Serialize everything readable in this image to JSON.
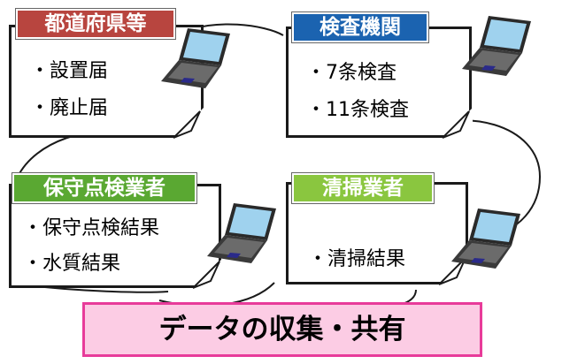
{
  "diagram": {
    "boxes": [
      {
        "tag": "都道府県等",
        "tag_color": "#b8453f",
        "items": [
          "・設置届",
          "・廃止届"
        ]
      },
      {
        "tag": "検査機関",
        "tag_color": "#1b63b0",
        "items": [
          "・7条検査",
          "・11条検査"
        ]
      },
      {
        "tag": "保守点検業者",
        "tag_color": "#5aa832",
        "items": [
          "・保守点検結果",
          "・水質結果"
        ]
      },
      {
        "tag": "清掃業者",
        "tag_color": "#8ac63f",
        "items": [
          "・清掃結果"
        ]
      }
    ],
    "footer": "データの収集・共有",
    "colors": {
      "footer_bg": "#fccce4",
      "footer_border": "#e83b9a",
      "outline": "#1a1a1a"
    },
    "icons": [
      "cloud-outline",
      "laptop-icon"
    ]
  }
}
